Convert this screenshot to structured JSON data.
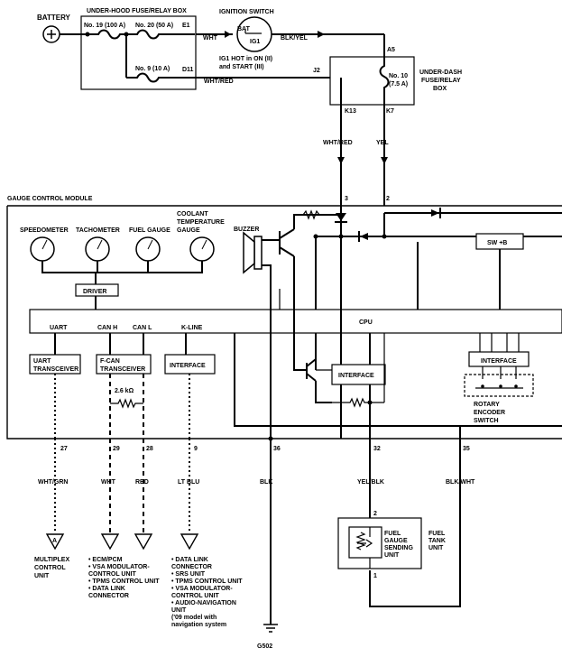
{
  "top": {
    "battery": "BATTERY",
    "underhood_box": "UNDER-HOOD FUSE/RELAY BOX",
    "fuse19": "No. 19 (100 A)",
    "fuse20": "No. 20 (50 A)",
    "fuse9": "No. 9 (10 A)",
    "term_e1": "E1",
    "term_d11": "D11",
    "wire_wht": "WHT",
    "wire_wht_red": "WHT/RED",
    "ignition_switch": "IGNITION SWITCH",
    "bat": "BAT",
    "ig1": "IG1",
    "wire_blk_yel": "BLK/YEL",
    "ig1_note_1": "IG1 HOT in ON (II)",
    "ig1_note_2": "and START (III)",
    "term_a5": "A5",
    "term_j2": "J2",
    "fuse10": "No. 10",
    "fuse10_rating": "(7.5 A)",
    "underdash_1": "UNDER-DASH",
    "underdash_2": "FUSE/RELAY",
    "underdash_3": "BOX",
    "term_k13": "K13",
    "term_k7": "K7",
    "wire_wht_red_down": "WHT/RED",
    "wire_yel": "YEL"
  },
  "module": {
    "title": "GAUGE CONTROL MODULE",
    "pin3": "3",
    "pin2": "2",
    "speedometer": "SPEEDOMETER",
    "tachometer": "TACHOMETER",
    "fuel_gauge": "FUEL GAUGE",
    "coolant_1": "COOLANT",
    "coolant_2": "TEMPERATURE",
    "coolant_3": "GAUGE",
    "buzzer": "BUZZER",
    "sw_b": "SW +B",
    "driver": "DRIVER",
    "cpu": "CPU",
    "uart": "UART",
    "can_h": "CAN H",
    "can_l": "CAN L",
    "k_line": "K-LINE",
    "uart_tx_1": "UART",
    "uart_tx_2": "TRANSCEIVER",
    "fcan_1": "F-CAN",
    "fcan_2": "TRANSCEIVER",
    "interface_left": "INTERFACE",
    "interface_mid": "INTERFACE",
    "interface_right": "INTERFACE",
    "resistor": "2.6 kΩ",
    "rotary_1": "ROTARY",
    "rotary_2": "ENCODER",
    "rotary_3": "SWITCH"
  },
  "pins": {
    "p27": "27",
    "p29": "29",
    "p28": "28",
    "p9": "9",
    "p36": "36",
    "p32": "32",
    "p35": "35"
  },
  "wires": {
    "wht_grn": "WHT/GRN",
    "wht": "WHT",
    "red": "RED",
    "lt_blu": "LT BLU",
    "blk": "BLK",
    "yel_blk": "YEL/BLK",
    "blk_wht": "BLK/WHT"
  },
  "bottom": {
    "conn_a": "A",
    "multiplex_1": "MULTIPLEX",
    "multiplex_2": "CONTROL",
    "multiplex_3": "UNIT",
    "can_list": [
      "• ECM/PCM",
      "• VSA MODULATOR-",
      "  CONTROL UNIT",
      "• TPMS CONTROL UNIT",
      "• DATA LINK",
      "  CONNECTOR"
    ],
    "kline_list": [
      "• DATA LINK",
      "  CONNECTOR",
      "• SRS UNIT",
      "• TPMS CONTROL UNIT",
      "• VSA MODULATOR-",
      "  CONTROL UNIT",
      "• AUDIO-NAVIGATION",
      "  UNIT",
      "  ('09 model with",
      "  navigation system"
    ],
    "fuel_pin2": "2",
    "fuel_pin1": "1",
    "fuel_gauge_1": "FUEL",
    "fuel_gauge_2": "GAUGE",
    "fuel_gauge_3": "SENDING",
    "fuel_gauge_4": "UNIT",
    "fuel_tank_1": "FUEL",
    "fuel_tank_2": "TANK",
    "fuel_tank_3": "UNIT",
    "ground": "G502"
  }
}
